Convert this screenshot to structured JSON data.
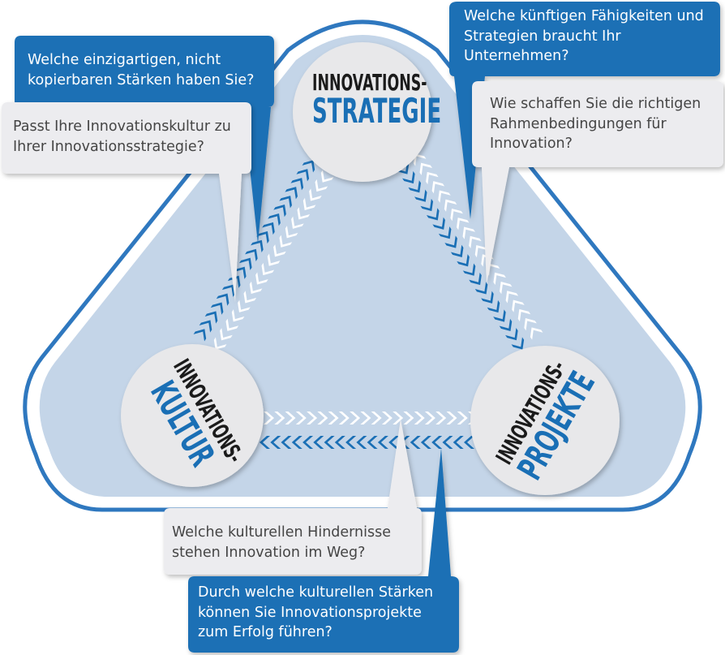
{
  "nodes": {
    "strategie": {
      "line1": "INNOVATIONS-",
      "line2": "STRATEGIE"
    },
    "kultur": {
      "line1": "INNOVATIONS-",
      "line2": "KULTUR"
    },
    "projekte": {
      "line1": "INNOVATIONS-",
      "line2": "PROJEKTE"
    }
  },
  "questions": {
    "einzigartige_staerken": "Welche einzigartigen, nicht kopierbaren Stärken haben Sie?",
    "kultur_passend": "Passt Ihre Innovationskultur zu Ihrer Innovationsstrategie?",
    "kuenftige_faehigkeiten": "Welche künftigen Fähigkeiten und Strategien braucht Ihr Unternehmen?",
    "rahmenbedingungen": "Wie schaffen Sie die richtigen Rahmenbedingungen für Innovation?",
    "kulturelle_hindernisse": "Welche kulturellen Hindernisse stehen Innovation im Weg?",
    "kulturelle_staerken": "Durch welche kulturellen Stärken können Sie Innovationsprojekte zum Erfolg führen?"
  },
  "colors": {
    "brand_blue": "#1a6fb5",
    "triangle_fill": "#c4d5e8",
    "triangle_outline": "#2f78bf",
    "circle_fill": "#e8e8ea",
    "bubble_grey": "#ececef",
    "text_dark": "#1b1b1b"
  }
}
